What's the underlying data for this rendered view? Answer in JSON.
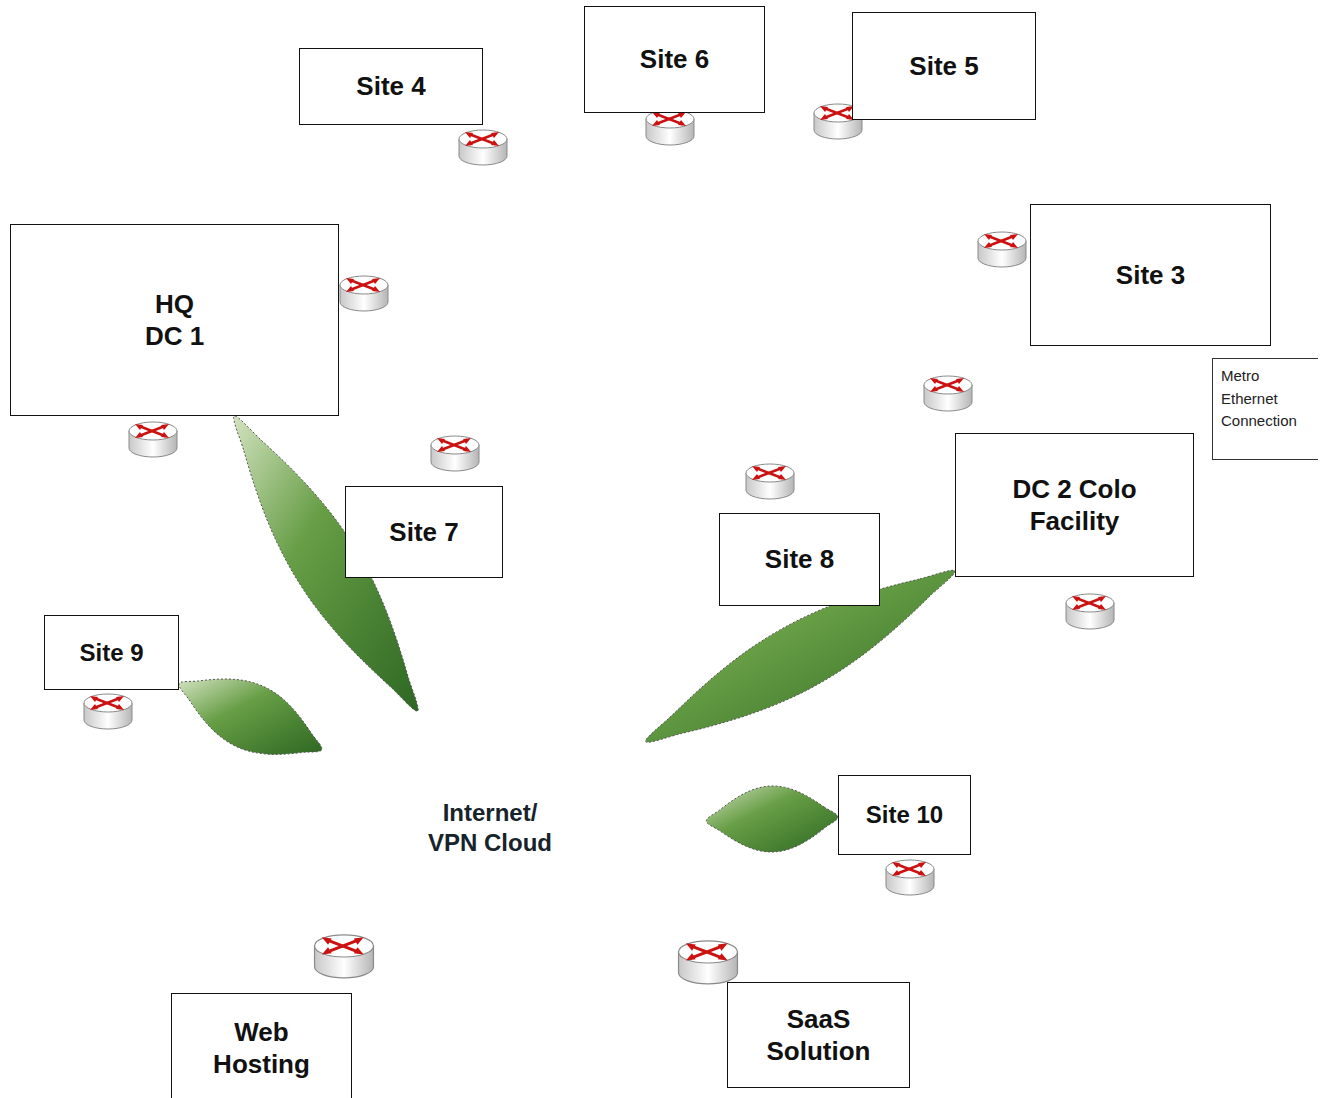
{
  "diagram": {
    "nodes": [
      {
        "text": [
          "Site 4"
        ]
      },
      {
        "text": [
          "Site 6"
        ]
      },
      {
        "text": [
          "Site 5"
        ]
      },
      {
        "text": [
          "HQ DC 1"
        ]
      },
      {
        "text": [
          "Site 3"
        ]
      },
      {
        "text": [
          "DC 2 Colo Facility"
        ]
      },
      {
        "text": [
          "Site 7"
        ]
      },
      {
        "text": [
          "Site 8"
        ]
      },
      {
        "text": [
          "Site 9"
        ]
      },
      {
        "text": [
          "Internet/ VPN Cloud"
        ]
      },
      {
        "text": [
          "Site 10"
        ]
      },
      {
        "text": [
          "Web Hosting"
        ]
      },
      {
        "text": [
          "SaaS Solution"
        ]
      }
    ],
    "edges": [
      {
        "from": 3,
        "to": 9,
        "arrow": "none"
      },
      {
        "from": 8,
        "to": 9,
        "arrow": "none"
      },
      {
        "from": 5,
        "to": 9,
        "arrow": "none"
      },
      {
        "from": 10,
        "to": 9,
        "arrow": "none"
      }
    ],
    "labels": [
      "Metro Ethernet Connection"
    ]
  }
}
